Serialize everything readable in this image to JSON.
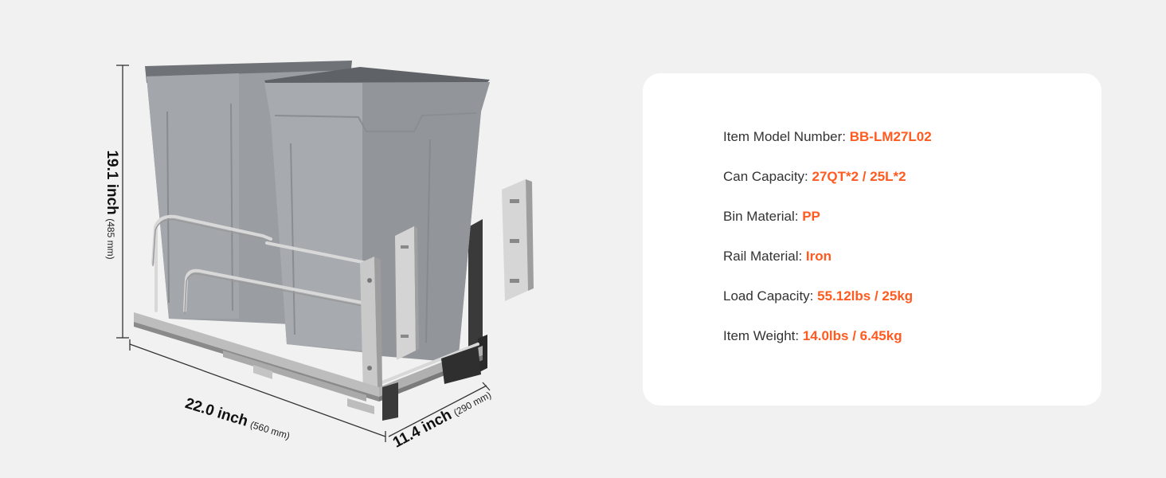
{
  "dimensions": {
    "height": {
      "value": "19.1 inch",
      "metric": "(485 mm)"
    },
    "width": {
      "value": "22.0 inch",
      "metric": "(560 mm)"
    },
    "depth": {
      "value": "11.4 inch",
      "metric": "(290 mm)"
    }
  },
  "specs": [
    {
      "label": "Item Model Number: ",
      "value": "BB-LM27L02"
    },
    {
      "label": "Can Capacity: ",
      "value": "27QT*2 / 25L*2"
    },
    {
      "label": "Bin Material: ",
      "value": "PP"
    },
    {
      "label": "Rail Material: ",
      "value": "Iron"
    },
    {
      "label": "Load Capacity: ",
      "value": "55.12lbs / 25kg"
    },
    {
      "label": "Item Weight: ",
      "value": "14.0lbs / 6.45kg"
    }
  ],
  "colors": {
    "accent": "#ff5a1f",
    "bin": "#9a9da1",
    "background": "#f1f1f1",
    "card": "#ffffff"
  }
}
